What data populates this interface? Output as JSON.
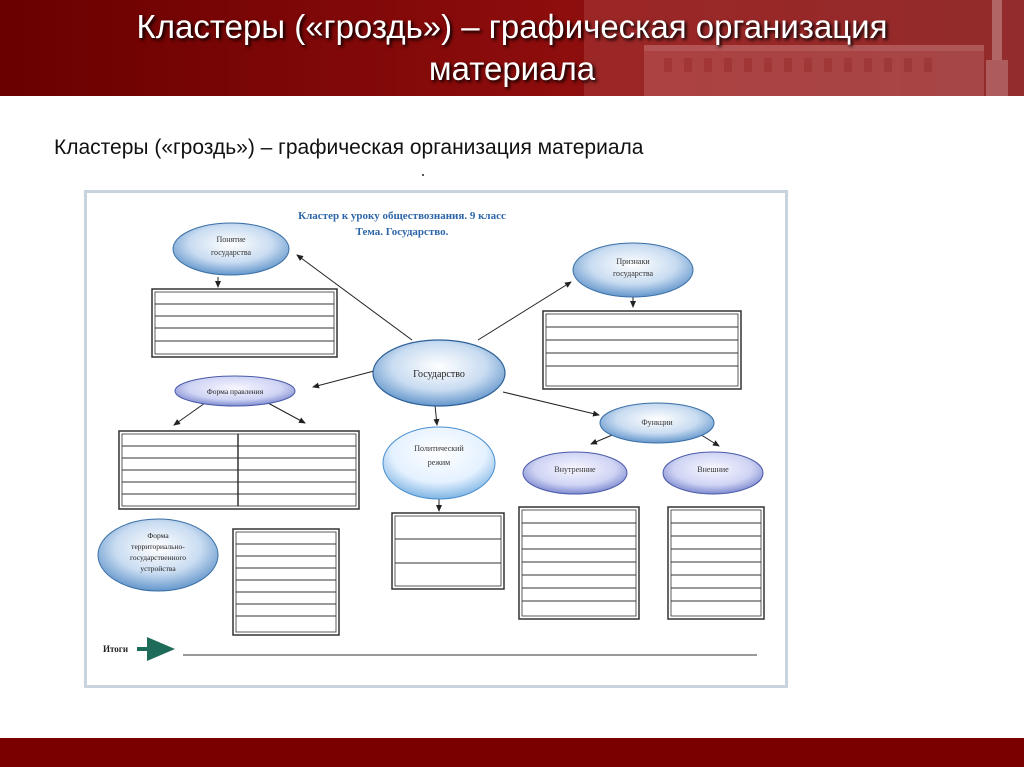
{
  "slide": {
    "title_line1": "Кластеры («гроздь») – графическая организация",
    "title_line2": "материала",
    "subtitle": "Кластеры («гроздь») – графическая организация материала"
  },
  "worksheet": {
    "heading_line1": "Кластер к уроку обществознания. 9 класс",
    "heading_line2": "Тема. Государство.",
    "center": "Государство",
    "node_ponyatie_1": "Понятие",
    "node_ponyatie_2": "государства",
    "node_priznaki_1": "Признаки",
    "node_priznaki_2": "государства",
    "node_forma_pravleniya": "Форма правления",
    "node_funkcii": "Функции",
    "node_politrezhim_1": "Политический",
    "node_politrezhim_2": "режим",
    "node_vnutrennie": "Внутренние",
    "node_vneshnie": "Внешние",
    "node_forma_ter_1": "Форма",
    "node_forma_ter_2": "территориально-",
    "node_forma_ter_3": "государственного",
    "node_forma_ter_4": "устройства",
    "itogi": "Итоги"
  },
  "colors": {
    "header": "#8e0d0d",
    "footer": "#7a0000",
    "node_blue": "#5f95c9",
    "node_light": "#eef5ff",
    "heading_blue": "#2d66a8"
  }
}
